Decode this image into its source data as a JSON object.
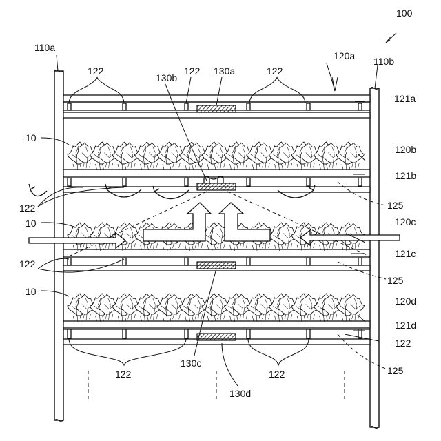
{
  "labels": {
    "fig_no": "100",
    "post_left": "110a",
    "post_right": "110b",
    "shelf_top": "120a",
    "shelf_2": "120b",
    "shelf_3": "120c",
    "shelf_4": "120d",
    "plate_1": "121a",
    "plate_2": "121b",
    "plate_3": "121c",
    "plate_4": "121d",
    "light_a": "130a",
    "light_b": "130b",
    "light_c": "130c",
    "light_d": "130d",
    "plant": "10",
    "fixture": "122",
    "airflow": "125"
  },
  "colors": {
    "line": "#111111",
    "light_hatch": "#111111",
    "background": "#ffffff"
  }
}
